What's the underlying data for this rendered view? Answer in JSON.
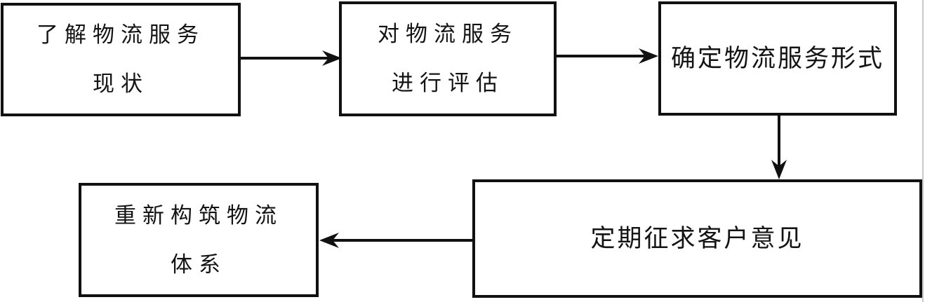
{
  "diagram": {
    "title": "logistics-service-flowchart",
    "boxes": [
      {
        "id": "understand-status",
        "line1": "了解物流服务",
        "line2": "现状"
      },
      {
        "id": "evaluate-service",
        "line1": "对物流服务",
        "line2": "进行评估"
      },
      {
        "id": "determine-form",
        "line1": "确定物流服务形式"
      },
      {
        "id": "solicit-feedback",
        "line1": "定期征求客户意见"
      },
      {
        "id": "rebuild-system",
        "line1": "重新构筑物流",
        "line2": "体系"
      }
    ],
    "flow": [
      "understand-status -> evaluate-service",
      "evaluate-service -> determine-form",
      "determine-form -> solicit-feedback",
      "solicit-feedback -> rebuild-system"
    ],
    "colors": {
      "border": "#111111",
      "text": "#141414",
      "background": "#ffffff",
      "scan_edge": "#c9c9c9"
    }
  }
}
